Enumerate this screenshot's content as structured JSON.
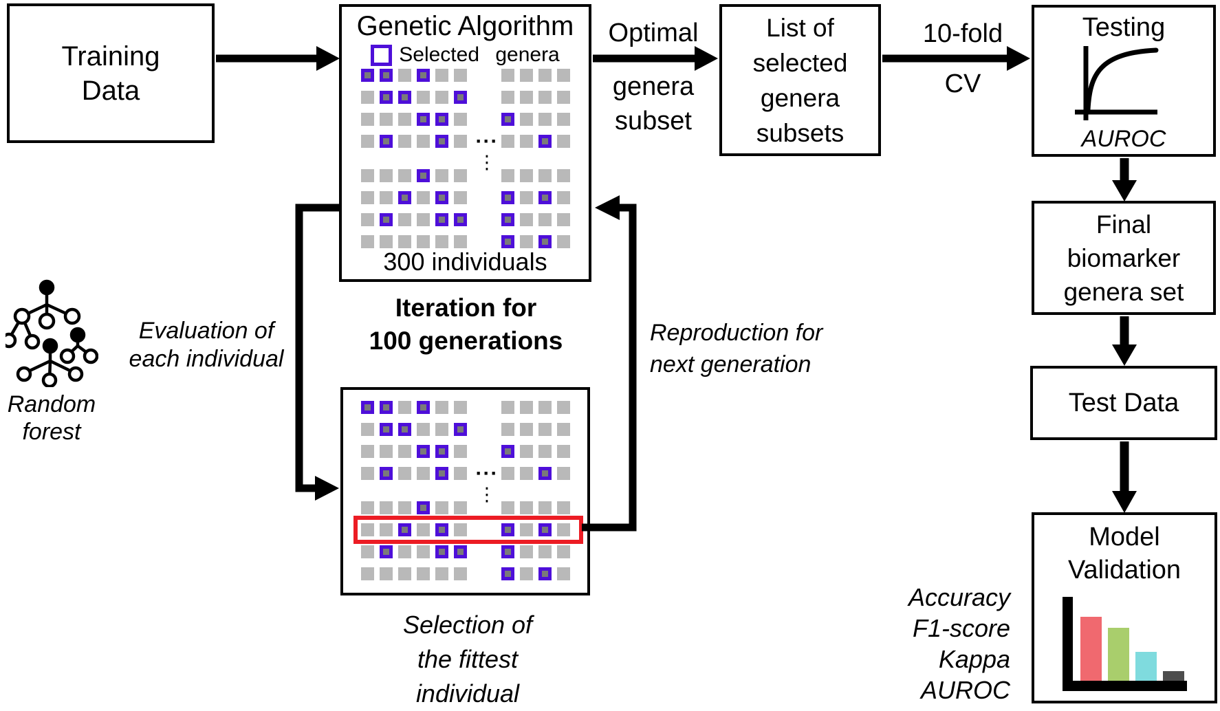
{
  "flow": {
    "training": "Training\nData",
    "optimal_label_top": "Optimal",
    "optimal_label_bottom": "genera\nsubset",
    "list": "List of\nselected\ngenera\nsubsets",
    "cv_label_top": "10-fold",
    "cv_label_bottom": "CV",
    "testing_title": "Testing",
    "testing_caption": "AUROC",
    "final": "Final\nbiomarker\ngenera set",
    "test_data": "Test Data",
    "model_validation": "Model\nValidation",
    "metrics": "Accuracy\nF1-score\nKappa\nAUROC"
  },
  "ga": {
    "title": "Genetic Algorithm",
    "legend_label": "Selected genera",
    "individuals_caption": "300 individuals",
    "iteration_label": "Iteration for\n100 generations",
    "evaluation_label": "Evaluation of\neach individual",
    "reproduction_label": "Reproduction for\nnext generation",
    "selection_label": "Selection of\nthe fittest\nindividual",
    "random_forest_label": "Random\nforest"
  },
  "grid": {
    "rows": [
      "110100|0000",
      "011001|0000",
      "000110|1000",
      "010010|0010",
      "000100|0000",
      "001010|1010",
      "010011|1000",
      "000000|1010"
    ],
    "ellipsis_h": "···",
    "ellipsis_v": "⋮",
    "hdots_row": 3,
    "vdots_after_row": 3,
    "highlight_row_lower": 5
  },
  "colors": {
    "selected_border": "#4e0fd9",
    "selected_fill": "#7a7a7a",
    "unselected_fill": "#b9b9b9",
    "highlight_red": "#ec1c24",
    "line_black": "#000000"
  },
  "validation_chart": {
    "type": "bar",
    "title": "",
    "note": "unlabeled icon bars, relative heights",
    "bars": [
      {
        "color": "#f0696f",
        "height": 93
      },
      {
        "color": "#a9ce6c",
        "height": 77
      },
      {
        "color": "#7fdbde",
        "height": 42
      },
      {
        "color": "#4d4d4d",
        "height": 14
      }
    ]
  },
  "icons": {
    "testing": "roc-curve-icon",
    "model_validation": "bar-chart-icon",
    "left_panel": "random-forest-icon",
    "legend": "selected-square-icon"
  }
}
